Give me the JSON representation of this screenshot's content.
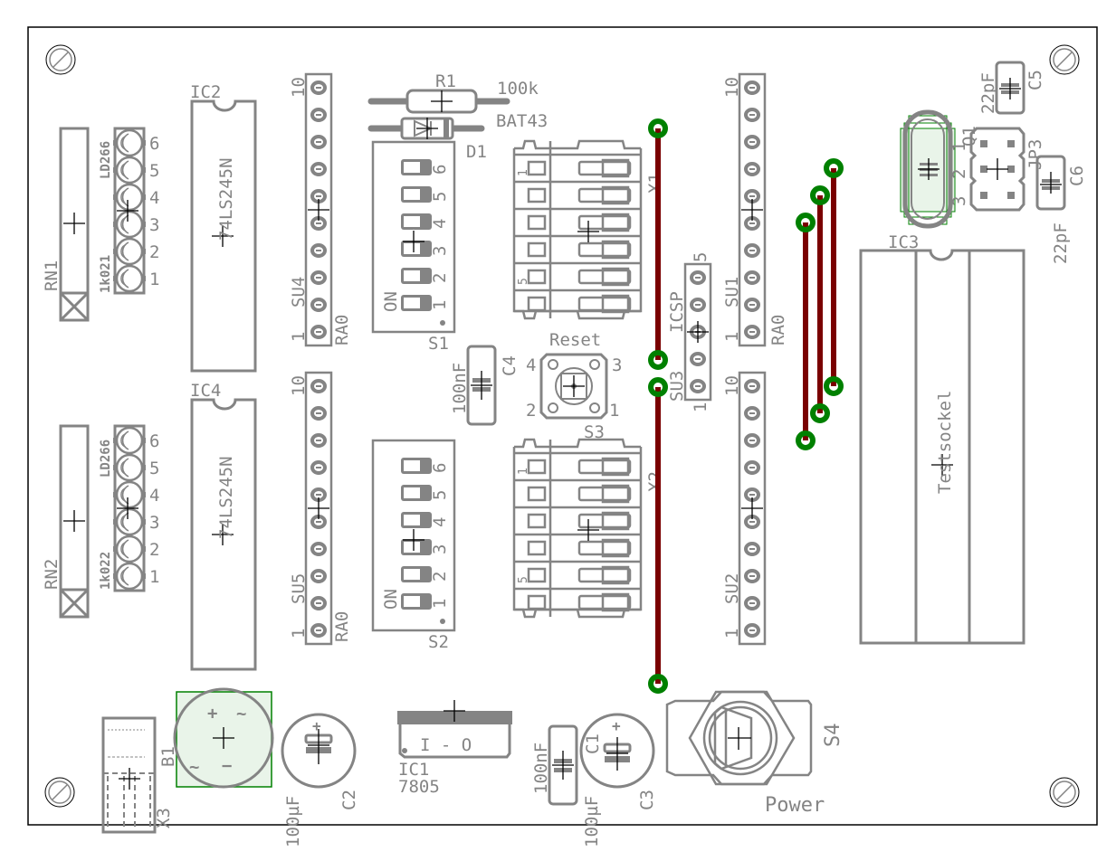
{
  "title": "PCB board layout",
  "components": {
    "rn1": {
      "ref": "RN1",
      "value": "1k021"
    },
    "ld1": {
      "value": "LD266",
      "pins": [
        "1",
        "2",
        "3",
        "4",
        "5",
        "6"
      ]
    },
    "rn2": {
      "ref": "RN2",
      "value": "1k022"
    },
    "ld2": {
      "value": "LD266",
      "pins": [
        "1",
        "2",
        "3",
        "4",
        "5",
        "6"
      ]
    },
    "ic2": {
      "ref": "IC2",
      "value": "74LS245N"
    },
    "ic4": {
      "ref": "IC4",
      "value": "74LS245N"
    },
    "su4": {
      "ref": "SU4",
      "pin_first": "1",
      "pin_last": "10",
      "value": "RA0"
    },
    "su5": {
      "ref": "SU5",
      "pin_first": "1",
      "pin_last": "10",
      "value": "RA0"
    },
    "su1": {
      "ref": "SU1",
      "pin_first": "1",
      "pin_last": "10",
      "value": "RA0"
    },
    "su2": {
      "ref": "SU2",
      "pin_first": "1",
      "pin_last": "10"
    },
    "su3": {
      "ref": "SU3",
      "label": "ICSP",
      "pin_first": "1",
      "pin_last": "5"
    },
    "r1": {
      "ref": "R1",
      "value": "100k"
    },
    "d1": {
      "ref": "D1",
      "value": "BAT43"
    },
    "s1": {
      "ref": "S1",
      "on": "ON",
      "pins": [
        "1",
        "2",
        "3",
        "4",
        "5",
        "6"
      ]
    },
    "s2": {
      "ref": "S2",
      "on": "ON",
      "pins": [
        "1",
        "2",
        "3",
        "4",
        "5",
        "6"
      ]
    },
    "x1": {
      "ref": "X1",
      "pin_a": "1",
      "pin_b": "5"
    },
    "x2": {
      "ref": "X2",
      "pin_a": "1",
      "pin_b": "5"
    },
    "c4": {
      "ref": "C4",
      "value": "100nF"
    },
    "s3": {
      "ref": "S3",
      "label": "Reset",
      "pins": [
        "1",
        "2",
        "3",
        "4"
      ]
    },
    "c5": {
      "ref": "C5",
      "value": "22pF"
    },
    "c6": {
      "ref": "C6",
      "value": "22pF"
    },
    "q1": {
      "ref": "Q1",
      "pins": [
        "1",
        "2",
        "3"
      ]
    },
    "jp3": {
      "ref": "JP3"
    },
    "ic3": {
      "ref": "IC3",
      "value": "Testsockel"
    },
    "b1": {
      "ref": "B1",
      "plus": "+",
      "minus": "−",
      "ac": "~"
    },
    "x3": {
      "ref": "X3"
    },
    "c2": {
      "ref": "C2",
      "value": "100µF"
    },
    "ic1": {
      "ref": "IC1",
      "value": "7805",
      "pins_text": "I - O"
    },
    "c1": {
      "ref": "C1",
      "value": "100nF"
    },
    "c3": {
      "ref": "C3",
      "value": "100µF"
    },
    "s4": {
      "ref": "S4",
      "label": "Power"
    }
  },
  "colors": {
    "silkscreen": "#848484",
    "trace": "#7a0000",
    "via": "#008000",
    "board_outline": "#000000"
  }
}
